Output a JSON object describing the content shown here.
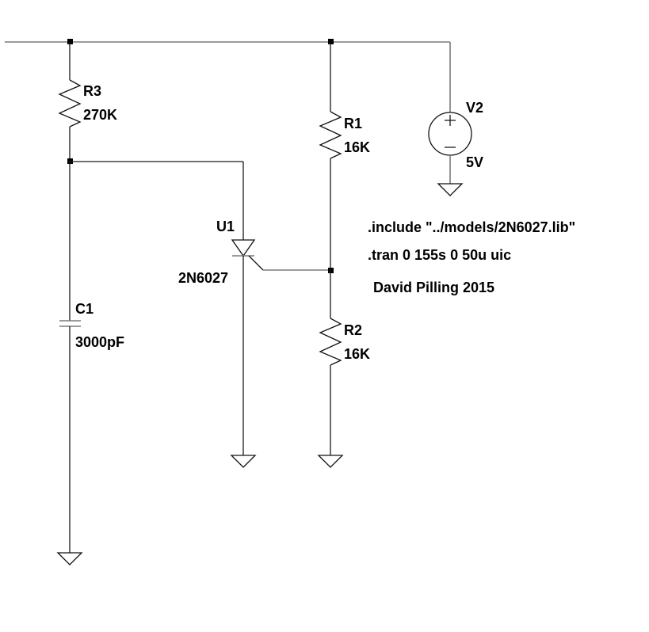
{
  "schematic": {
    "components": {
      "R3": {
        "ref": "R3",
        "value": "270K",
        "type": "resistor"
      },
      "R1": {
        "ref": "R1",
        "value": "16K",
        "type": "resistor"
      },
      "R2": {
        "ref": "R2",
        "value": "16K",
        "type": "resistor"
      },
      "C1": {
        "ref": "C1",
        "value": "3000pF",
        "type": "capacitor"
      },
      "V2": {
        "ref": "V2",
        "value": "5V",
        "type": "voltage-source",
        "plus_symbol": "+",
        "minus_symbol": "−"
      },
      "U1": {
        "ref": "U1",
        "value": "2N6027",
        "type": "PUT"
      }
    },
    "directives": {
      "include": ".include \"../models/2N6027.lib\"",
      "tran": ".tran 0 155s 0 50u uic"
    },
    "comment": "David Pilling 2015"
  }
}
